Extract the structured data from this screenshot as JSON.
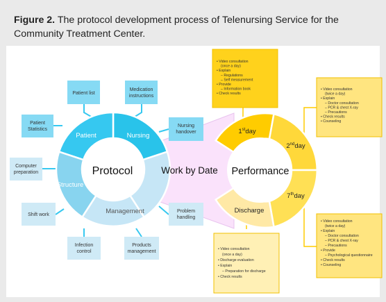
{
  "caption": {
    "figure_label": "Figure 2.",
    "text": "The protocol development process of Telenursing Service for the Community Treatment Center."
  },
  "colors": {
    "nursing": "#29c3ea",
    "patient": "#36c8f0",
    "structure": "#88d4ef",
    "management": "#c6e6f6",
    "box_blue": "#86daf4",
    "box_blue_light": "#cfeaf6",
    "connector": "#e8c3ee",
    "day1": "#ffcc00",
    "day2": "#ffd83a",
    "day7": "#ffe055",
    "discharge": "#ffe9a6",
    "note_dark": "#ffd21c",
    "note_light": "#ffe580",
    "note_pale": "#fff0b5",
    "note_border": "#f0c000"
  },
  "protocol": {
    "center": "Protocol",
    "segments": {
      "patient": "Patient",
      "nursing": "Nursing",
      "structure": "Structure",
      "management": "Management"
    },
    "boxes": {
      "patient_list": "Patient list",
      "medication_1": "Medication",
      "medication_2": "instructions",
      "patient_stats_1": "Patient",
      "patient_stats_2": "Statistics",
      "handover_1": "Nursing",
      "handover_2": "handover",
      "computer_1": "Computer",
      "computer_2": "preparation",
      "shift_work": "Shift work",
      "problem_1": "Problem",
      "problem_2": "handling",
      "infection_1": "Infection",
      "infection_2": "control",
      "products_1": "Products",
      "products_2": "management"
    }
  },
  "connector_label": "Work by Date",
  "performance": {
    "center": "Performance",
    "segments": {
      "day1_num": "1",
      "day1_sup": "st",
      "day1_word": "day",
      "day2_num": "2",
      "day2_sup": "nd",
      "day2_word": "day",
      "day7_num": "7",
      "day7_sup": "th",
      "day7_word": "day",
      "discharge": "Discharge"
    }
  },
  "notes": {
    "day1": [
      "• Video consultation",
      "  (once a day)",
      "• Explain",
      "  – Regulations",
      "  – Self measurement",
      "• Provide",
      "  – Information book",
      "• Check results"
    ],
    "day2": [
      "• Video consultation",
      "  (twice a day)",
      "• Explain",
      "  – Doctor consultation",
      "  – PCR & chest X-ray",
      "  – Precautions",
      "• Check results",
      "• Counseling"
    ],
    "day7": [
      "• Video consultation",
      "  (twice a day)",
      "• Explain",
      "  – Doctor consultation",
      "  – PCR & chest X-ray",
      "  – Precautions",
      "• Provide",
      "  – Psychological questionnaire",
      "• Check results",
      "• Counseling"
    ],
    "discharge": [
      "• Video consultation",
      "  (once a day)",
      "• Discharge evaluation",
      "• Explain",
      "  – Preparation for discharge",
      "• Check results"
    ]
  }
}
